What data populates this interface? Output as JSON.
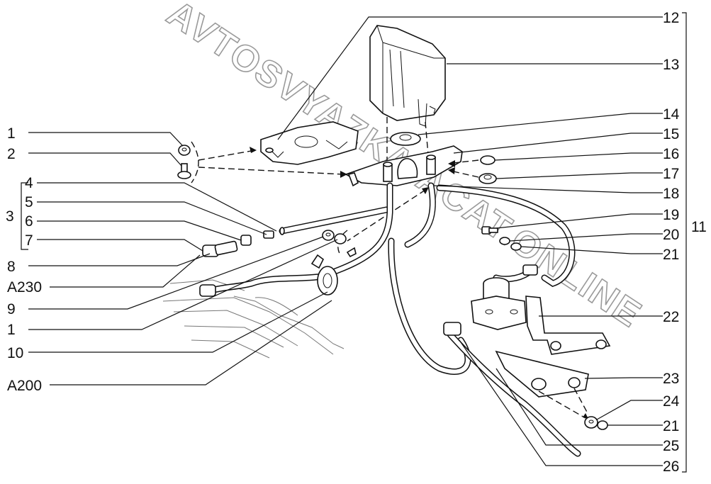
{
  "watermark": "AVTOSVYAZKA.ACAT.ONLINE",
  "labels": {
    "l1": "1",
    "l2": "2",
    "l3": "3",
    "l4": "4",
    "l5": "5",
    "l6": "6",
    "l7": "7",
    "l8": "8",
    "la230": "A230",
    "l9": "9",
    "l1b": "1",
    "l10": "10",
    "la200": "A200",
    "l12": "12",
    "l13": "13",
    "l14": "14",
    "l15": "15",
    "l16": "16",
    "l17": "17",
    "l18": "18",
    "l19": "19",
    "l20": "20",
    "l21": "21",
    "l22": "22",
    "l23": "23",
    "l24": "24",
    "l21b": "21",
    "l25": "25",
    "l26": "26",
    "l11": "11"
  },
  "icons": {
    "reservoir": "fluid-reservoir-icon",
    "bracket": "mounting-bracket-icon",
    "hose": "hose-icon",
    "clamp": "hose-clamp-icon",
    "valve": "valve-body-icon"
  }
}
